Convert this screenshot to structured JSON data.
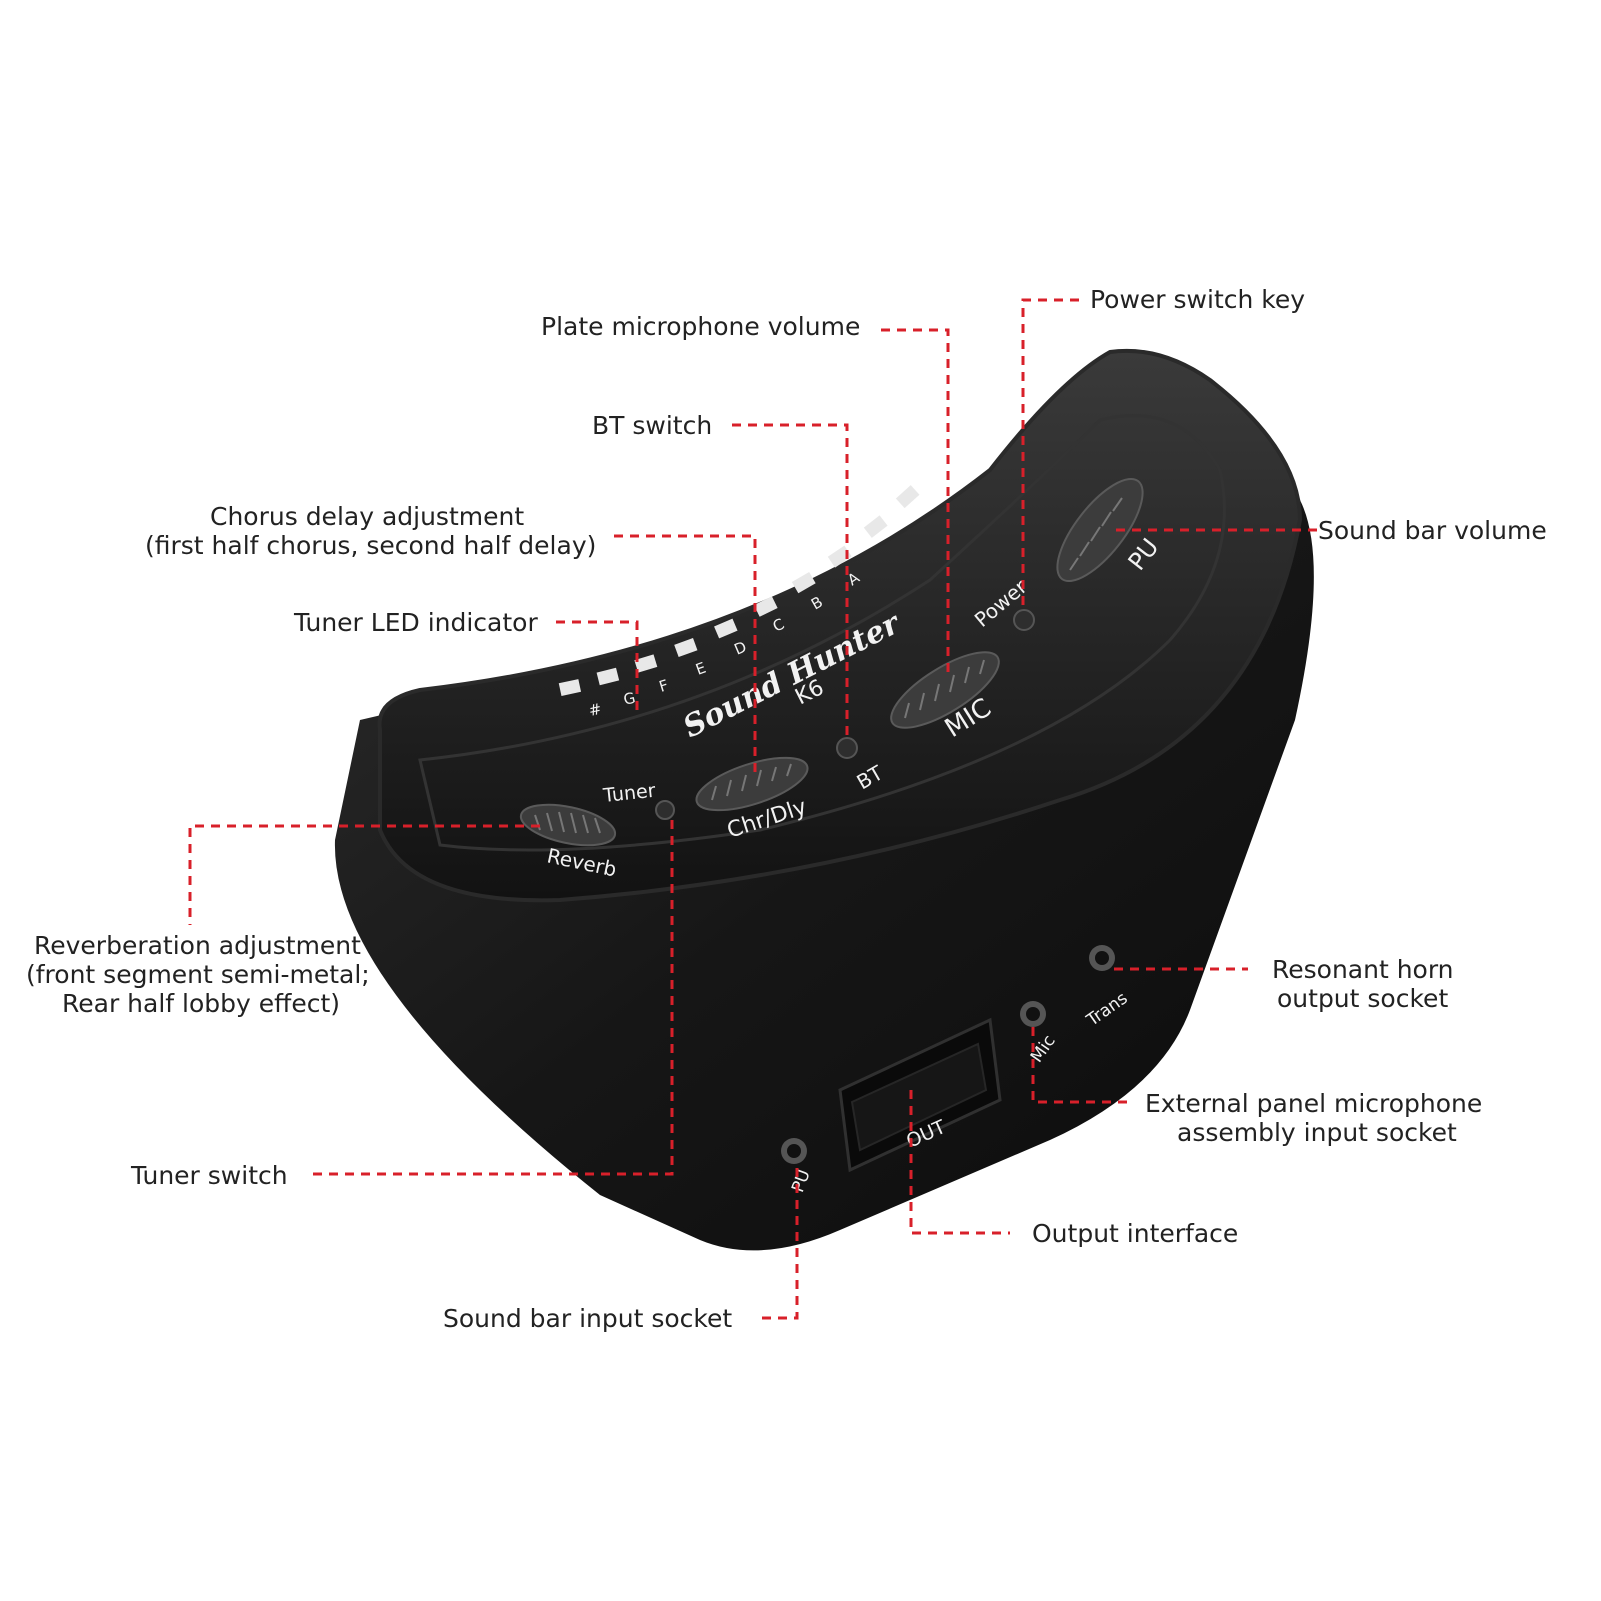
{
  "colors": {
    "leader": "#d8202a",
    "device": "#141414",
    "device_edge": "#2a2a2a",
    "device_text": "#f2f2f2",
    "label_text": "#222222"
  },
  "device": {
    "brand": "Sound Hunter",
    "model": "K6",
    "led_notes": [
      "#",
      "G",
      "F",
      "E",
      "D",
      "C",
      "B",
      "A"
    ],
    "panel": {
      "tuner": "Tuner",
      "reverb": "Reverb",
      "chr_dly": "Chr/Dly",
      "bt": "BT",
      "mic": "MIC",
      "power": "Power",
      "pu": "PU"
    },
    "sockets": {
      "pu": "PU",
      "out": "OUT",
      "mic": "Mic",
      "trans": "Trans"
    }
  },
  "callouts": {
    "power_switch_key": "Power switch key",
    "plate_mic_volume": "Plate microphone volume",
    "bt_switch": "BT switch",
    "chorus_delay": [
      "Chorus delay adjustment",
      "(first half chorus, second half delay)"
    ],
    "tuner_led": "Tuner LED indicator",
    "sound_bar_volume": "Sound bar volume",
    "reverb": [
      "Reverberation adjustment",
      "(front segment semi-metal;",
      "Rear half lobby effect)"
    ],
    "resonant_horn": [
      "Resonant horn",
      "output socket"
    ],
    "external_panel_mic": [
      "External panel microphone",
      "assembly input socket"
    ],
    "tuner_switch": "Tuner switch",
    "output_interface": "Output interface",
    "sound_bar_input": "Sound bar input socket"
  }
}
